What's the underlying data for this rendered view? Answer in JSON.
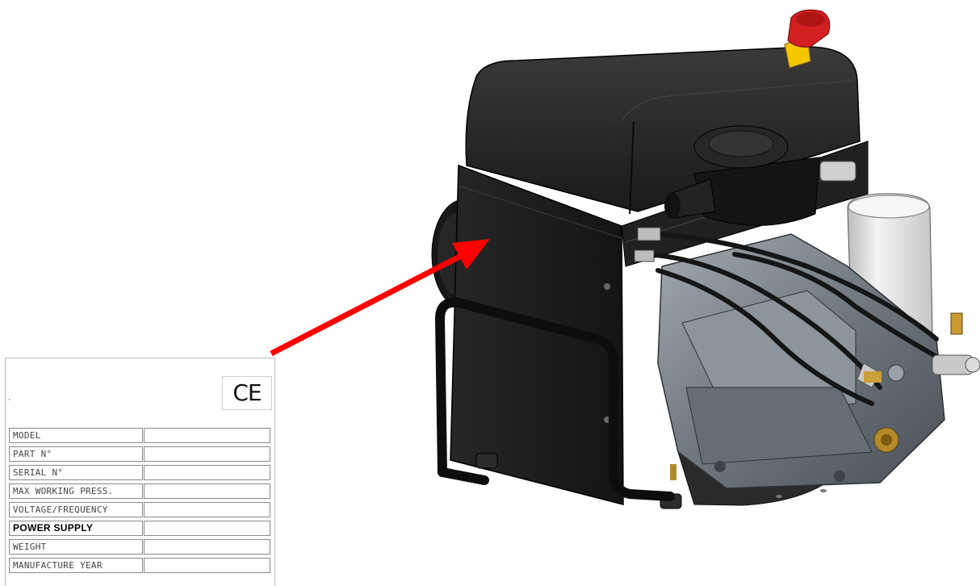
{
  "nameplate": {
    "mark": "CE",
    "rows": [
      {
        "label": "MODEL",
        "value": ""
      },
      {
        "label": "PART N°",
        "value": ""
      },
      {
        "label": "SERIAL N°",
        "value": ""
      },
      {
        "label": "MAX WORKING PRESS.",
        "value": ""
      },
      {
        "label": "VOLTAGE/FREQUENCY",
        "value": ""
      },
      {
        "label": "POWER SUPPLY",
        "value": ""
      },
      {
        "label": "WEIGHT",
        "value": ""
      },
      {
        "label": "MANUFACTURE YEAR",
        "value": ""
      }
    ]
  },
  "colors": {
    "arrow": "#ff0000",
    "housing": "#1c1c1c",
    "estop_cap": "#d31f1f",
    "estop_collar": "#f2c700",
    "filter": "#e8e8e8",
    "pump": "#7d848c"
  },
  "icons": {
    "ce": "ce-mark-icon",
    "arrow": "red-arrow-icon",
    "estop": "emergency-stop-icon"
  }
}
